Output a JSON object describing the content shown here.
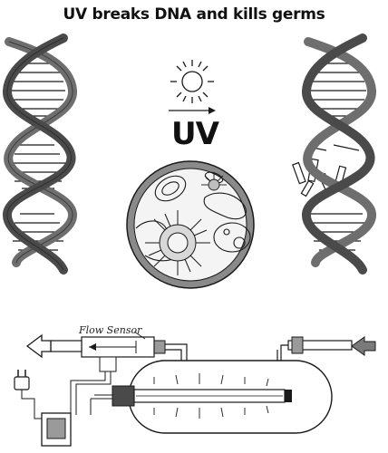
{
  "title": "UV breaks DNA and kills germs",
  "uv_label": "UV",
  "flow_sensor_label": "Flow Sensor",
  "colors": {
    "ink": "#1a1a1a",
    "backbone": "#6e6e6e",
    "backbone_dark": "#4a4a4a",
    "circle_fill": "#8a8a8a",
    "circle_inner": "#f4f4f4",
    "chamber": "#e6e6e6",
    "arrow_fill": "#7a7a7a"
  },
  "icons": {
    "sun": "sun-icon",
    "flow_in": "flow-in-arrow-icon",
    "flow_out": "flow-out-arrow-icon",
    "plug": "power-plug-icon",
    "ballast": "ballast-box-icon"
  }
}
